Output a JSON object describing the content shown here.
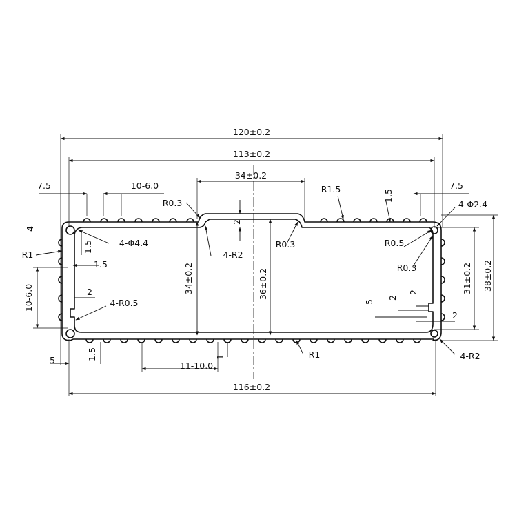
{
  "dimensions": {
    "overall_width": "120±0.2",
    "inner_width": "113±0.2",
    "top_channel_width": "34±0.2",
    "bottom_width": "116±0.2",
    "left_end_offset": "7.5",
    "right_end_offset": "7.5",
    "top_rib_pitch": "10-6.0",
    "left_rib_pitch": "10-6.0",
    "bottom_rib_pitch": "11-10.0",
    "total_height": "38±0.2",
    "inner_height_right": "31±0.2",
    "inner_height_left": "34±0.2",
    "center_height": "36±0.2",
    "left_wall_thickness": "1.5",
    "left_wall_thickness_2": "1.5",
    "bottom_wall_thickness": "1.5",
    "top_rib_height": "1.5",
    "bottom_rib_height": "1",
    "channel_step": "2",
    "left_slot": "2",
    "right_slot_a": "2",
    "right_slot_b": "2",
    "right_slot_c": "2",
    "right_slot_depth": "5",
    "bottom_left_offset": "5"
  },
  "callouts": {
    "r03_top_left": "R0.3",
    "r03_center": "R0.3",
    "r03_right": "R0.3",
    "r15": "R1.5",
    "r05_right": "R0.5",
    "r1_left": "R1",
    "r1_bottom": "R1",
    "holes_left": "4-Φ4.4",
    "holes_right": "4-Φ2.4",
    "r2_inner": "4-R2",
    "r2_corner": "4-R2",
    "r05_left": "4-R0.5"
  }
}
